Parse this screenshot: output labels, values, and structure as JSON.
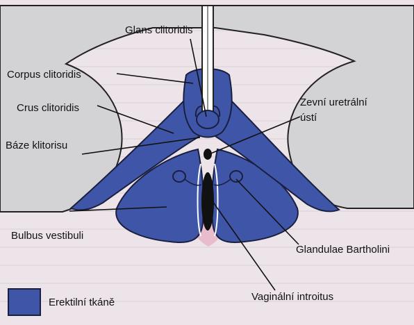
{
  "labels": {
    "glans": "Glans clitoridis",
    "corpus": "Corpus clitoridis",
    "crus": "Crus clitoridis",
    "baze": "Báze klitorisu",
    "bulbus": "Bulbus vestibuli",
    "urethra_line1": "Zevní uretrální",
    "urethra_line2": "ústí",
    "bartholin": "Glandulae Bartholini",
    "vaginal": "Vaginální introitus"
  },
  "legend": {
    "label": "Erektilní tkáně"
  },
  "colors": {
    "erectile_tissue": "#3f56a8",
    "background": "#ece4e8",
    "soft_tissue": "#d3d3d5",
    "mucosa": "#e8bccd",
    "openings": "#111111"
  }
}
